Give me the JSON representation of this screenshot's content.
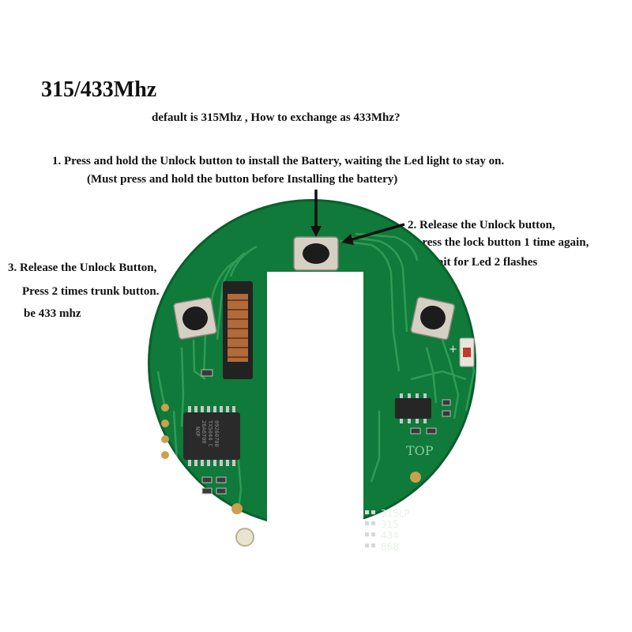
{
  "colors": {
    "board": "#0f7a3a",
    "trace": "#2f9c55",
    "pad": "#c9a24a",
    "annotation_text": "#111111"
  },
  "header": {
    "title": "315/433Mhz",
    "subtitle": "default is 315Mhz , How to exchange as 433Mhz?"
  },
  "steps": {
    "step1": {
      "line1": "1. Press and hold the Unlock button to install the Battery,  waiting the Led light to stay on.",
      "line2": "(Must press and hold the button before Installing the battery)"
    },
    "step2": {
      "line1": "2. Release the Unlock button,",
      "line2": "press the lock button 1 time again,",
      "line3": "wait for Led 2 flashes"
    },
    "step3": {
      "line1": "3. Release the Unlock Button,",
      "line2": "Press 2 times trunk button.",
      "line3": "be 433 mhz"
    }
  },
  "board": {
    "top_label": "TOP",
    "freq_labels": [
      "315LP",
      "315",
      "434",
      "868"
    ],
    "led_polarity": "+",
    "chip_marking": [
      "NXP",
      "26A0700",
      "TX5044 C",
      "09260700"
    ],
    "icons": [
      "arrow-icon",
      "button-icon",
      "led-icon",
      "chip-icon"
    ]
  }
}
